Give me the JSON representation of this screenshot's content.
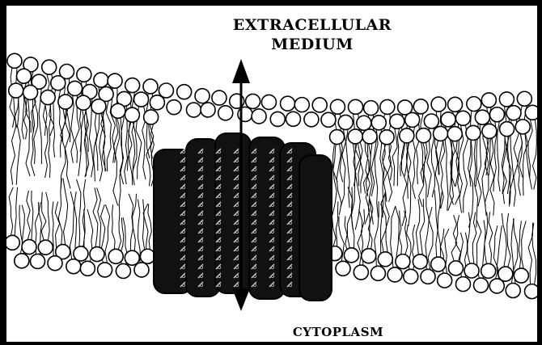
{
  "labels": {
    "extracellular_line1": "EXTRACELLULAR",
    "extracellular_line2": "MEDIUM",
    "cytoplasm": "CYTOPLASM"
  },
  "colors": {
    "frame": "#000000",
    "background": "#ffffff",
    "ink": "#000000",
    "protein": "#111111"
  }
}
